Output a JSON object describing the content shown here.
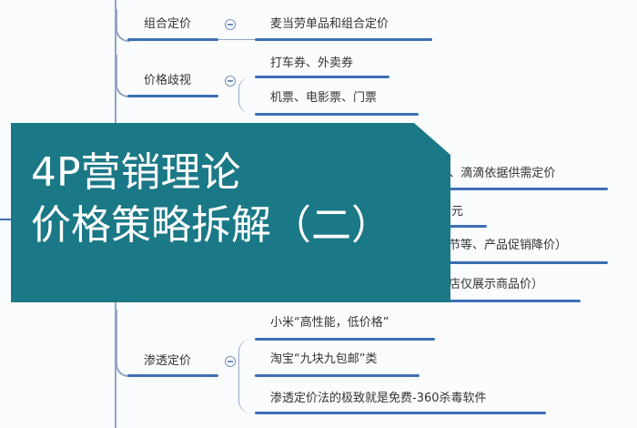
{
  "mindmap": {
    "branches": [
      {
        "label": "组合定价",
        "children": [
          "麦当劳单品和组合定价"
        ]
      },
      {
        "label": "价格歧视",
        "children": [
          "打车券、外卖券",
          "机票、电影票、门票"
        ]
      },
      {
        "label": "",
        "children": [
          "r、滴滴依据供需定价",
          "元",
          "节等、产品促销降价）",
          "店仅展示商品价）"
        ]
      },
      {
        "label": "渗透定价",
        "children": [
          "小米“高性能，低价格”",
          "淘宝“九块九包邮”类",
          "渗透定价法的极致就是免费-360杀毒软件"
        ]
      }
    ]
  },
  "banner": {
    "line1": "4P营销理论",
    "line2": "价格策略拆解（二）",
    "color": "#1b7886"
  },
  "colors": {
    "branch_line": "#3d6fb4"
  }
}
